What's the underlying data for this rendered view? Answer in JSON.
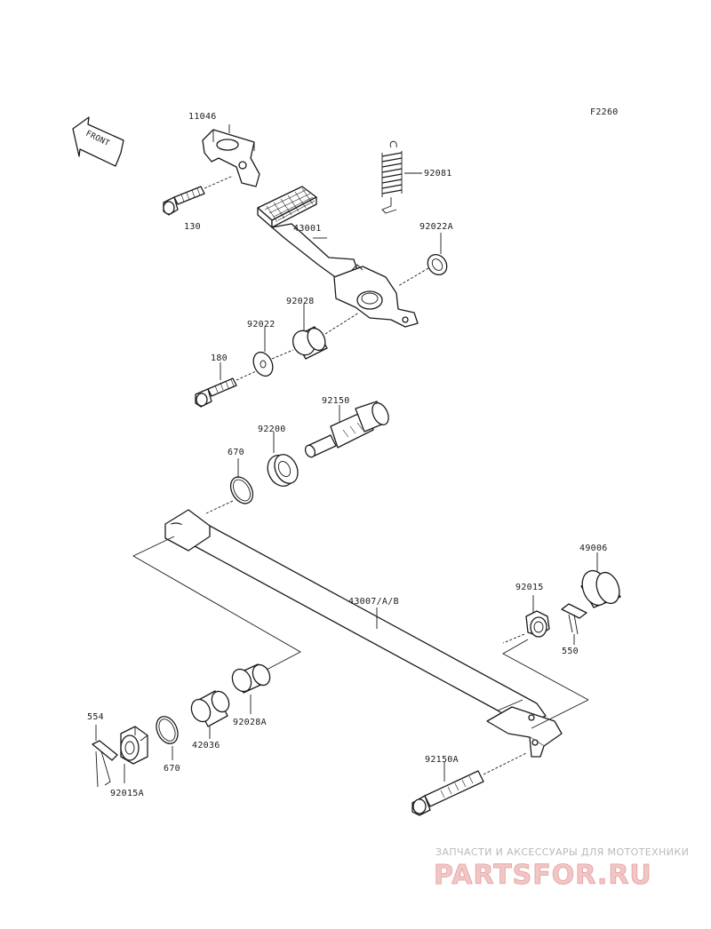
{
  "diagram": {
    "code": "F2260",
    "front_label": "FRONT",
    "parts": {
      "p11046": "11046",
      "p130": "130",
      "p92081": "92081",
      "p43001": "43001",
      "p92022A": "92022A",
      "p92028": "92028",
      "p92022": "92022",
      "p180": "180",
      "p92150": "92150",
      "p92200": "92200",
      "p670a": "670",
      "p49006": "49006",
      "p92015": "92015",
      "p43007": "43007/A/B",
      "p550": "550",
      "p554": "554",
      "p42036": "42036",
      "p92028A": "92028A",
      "p670b": "670",
      "p92015A": "92015A",
      "p92150A": "92150A"
    }
  },
  "watermark": {
    "tagline": "ЗАПЧАСТИ И АКСЕССУАРЫ ДЛЯ МОТОТЕХНИКИ",
    "logo": "PARTSFOR.RU"
  }
}
